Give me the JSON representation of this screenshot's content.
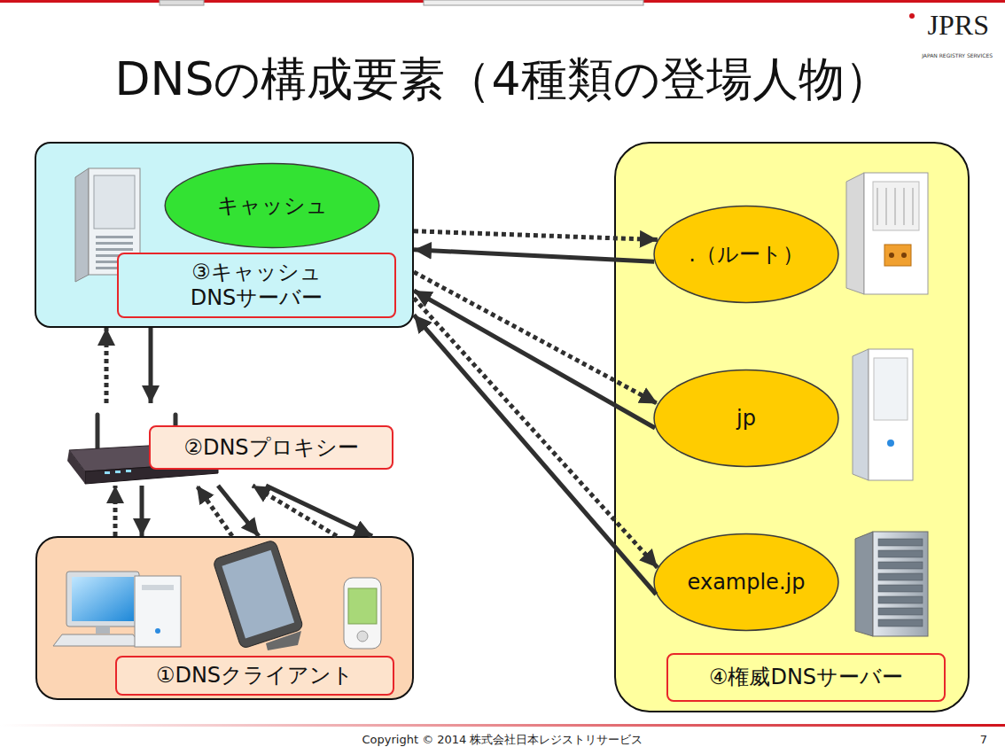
{
  "diagram": {
    "title": "DNSの構成要素（4種類の登場人物）",
    "nodes": [
      {
        "text": [
          "③キャッシュ DNSサーバー"
        ]
      },
      {
        "text": [
          "キャッシュ"
        ],
        "in": 0
      },
      {
        "text": [
          "④権威DNSサーバー"
        ]
      },
      {
        "text": [
          ".（ルート）"
        ],
        "in": 2
      },
      {
        "text": [
          "jp"
        ],
        "in": 2
      },
      {
        "text": [
          "example.jp"
        ],
        "in": 2
      },
      {
        "text": [
          "②DNSプロキシー"
        ]
      },
      {
        "text": [
          "①DNSクライアント"
        ]
      }
    ],
    "edges": [
      {
        "from": 0,
        "to": 3,
        "arrow": "to"
      },
      {
        "from": 3,
        "to": 0,
        "arrow": "to"
      },
      {
        "from": 0,
        "to": 4,
        "arrow": "to"
      },
      {
        "from": 4,
        "to": 0,
        "arrow": "to"
      },
      {
        "from": 0,
        "to": 5,
        "arrow": "to"
      },
      {
        "from": 5,
        "to": 0,
        "arrow": "to"
      },
      {
        "from": 6,
        "to": 0,
        "arrow": "to"
      },
      {
        "from": 0,
        "to": 6,
        "arrow": "to"
      },
      {
        "from": 7,
        "to": 6,
        "arrow": "to"
      },
      {
        "from": 6,
        "to": 7,
        "arrow": "to"
      },
      {
        "from": 7,
        "to": 6,
        "arrow": "to"
      },
      {
        "from": 6,
        "to": 7,
        "arrow": "to"
      },
      {
        "from": 7,
        "to": 6,
        "arrow": "to"
      },
      {
        "from": 6,
        "to": 7,
        "arrow": "to"
      }
    ],
    "labels": [
      "JPRS",
      "JAPAN REGISTRY SERVICES",
      "Copyright © 2014 株式会社日本レジストリサービス",
      "7"
    ]
  }
}
